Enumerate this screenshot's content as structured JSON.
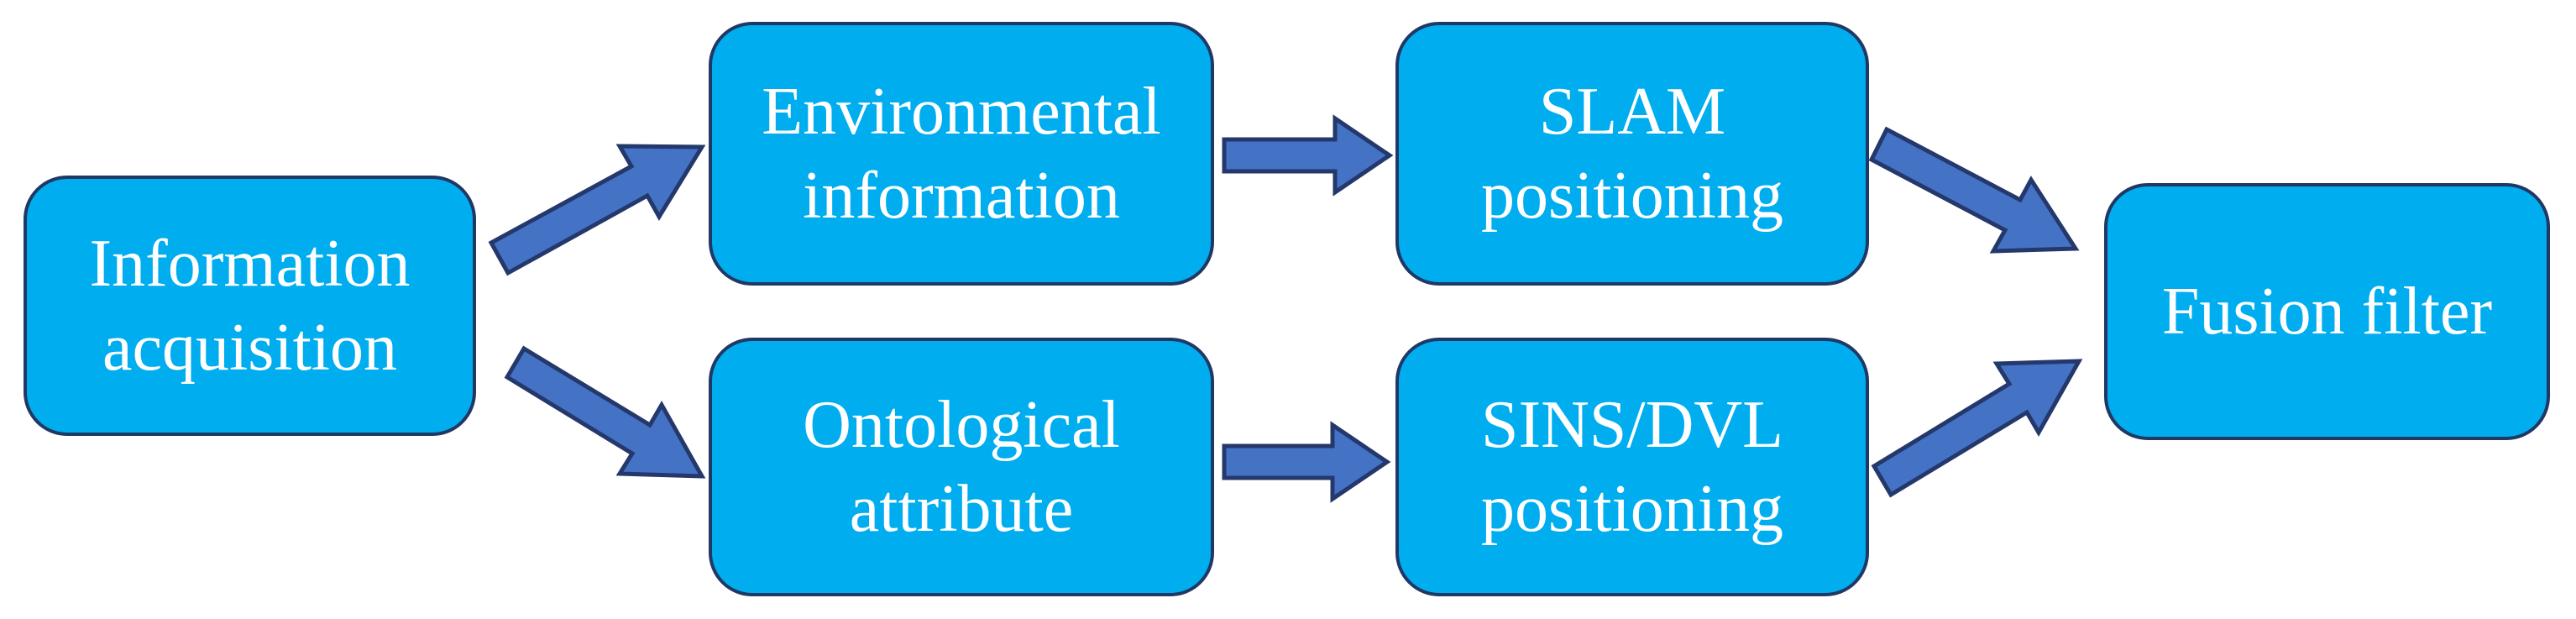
{
  "figure": {
    "background": "#FFFFFF",
    "node_fill": "#00AEEF",
    "node_border": "#1F3864",
    "arrow_fill": "#4472C4",
    "arrow_border": "#24386B",
    "text_color": "#FFFFFF",
    "nodes": [
      {
        "id": "information-acquisition",
        "lines": [
          "Information",
          "acquisition"
        ]
      },
      {
        "id": "environmental-information",
        "lines": [
          "Environmental",
          "information"
        ]
      },
      {
        "id": "slam-positioning",
        "lines": [
          "SLAM",
          "positioning"
        ]
      },
      {
        "id": "ontological-attribute",
        "lines": [
          "Ontological",
          "attribute"
        ]
      },
      {
        "id": "sins-dvl-positioning",
        "lines": [
          "SINS/DVL",
          "positioning"
        ]
      },
      {
        "id": "fusion-filter",
        "lines": [
          "Fusion filter"
        ]
      }
    ],
    "edges": [
      {
        "from": "Information acquisition",
        "to": "Environmental information"
      },
      {
        "from": "Information acquisition",
        "to": "Ontological attribute"
      },
      {
        "from": "Environmental information",
        "to": "SLAM positioning"
      },
      {
        "from": "Ontological attribute",
        "to": "SINS/DVL positioning"
      },
      {
        "from": "SLAM positioning",
        "to": "Fusion filter"
      },
      {
        "from": "SINS/DVL positioning",
        "to": "Fusion filter"
      }
    ]
  }
}
